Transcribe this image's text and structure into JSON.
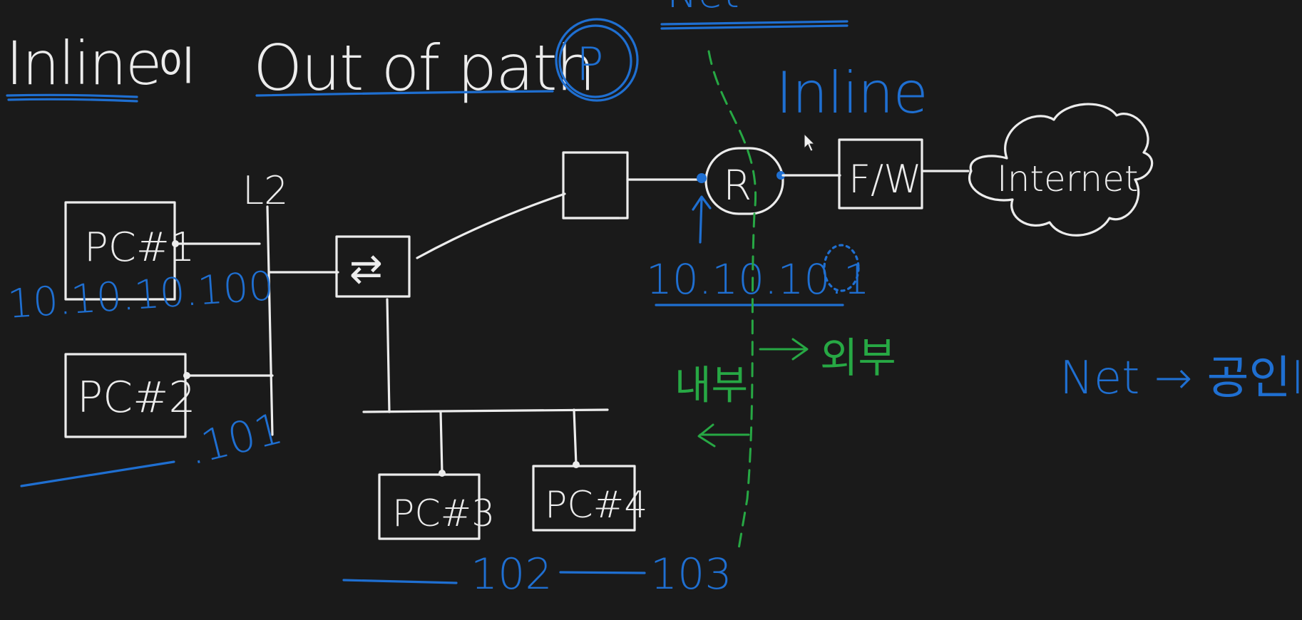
{
  "title": {
    "inline_label": "Inline",
    "inline_suffix": "이",
    "out_of_path_label": "Out of path",
    "circle_mark": "P"
  },
  "top_cut_text": "Net",
  "inline_heading": "Inline",
  "devices": {
    "pc1": "PC#1",
    "pc2": "PC#2",
    "pc3": "PC#3",
    "pc4": "PC#4",
    "l2_label": "L2",
    "switch_symbol": "⇄",
    "router": "R",
    "firewall": "F/W",
    "internet": "Internet"
  },
  "addresses": {
    "pc1_ip": "10.10.10.100",
    "pc2_ip": ".101",
    "pc3_ip": "102",
    "pc4_ip": "103",
    "gateway_ip": "10.10.10.1"
  },
  "directions": {
    "inside": "내부",
    "outside": "외부"
  },
  "note": "Net → 공인IP.",
  "colors": {
    "board": "#1a1a1a",
    "chalk_white": "#ececec",
    "marker_blue": "#1f6fd1",
    "marker_green": "#27a844"
  }
}
